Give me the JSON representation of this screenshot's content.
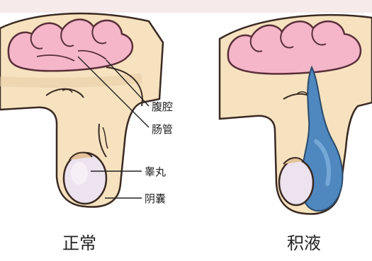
{
  "labels": {
    "abdominal_cavity": "腹腔",
    "intestine": "肠管",
    "testis": "睾丸",
    "scrotum": "阴囊"
  },
  "captions": {
    "normal": "正常",
    "hydrocele": "积液"
  },
  "colors": {
    "background": "#ffffff",
    "top_band": "#f6eaea",
    "skin": "#f6e2bf",
    "skin_outline": "#3a2a22",
    "intestine": "#f4b6c8",
    "intestine_outline": "#5a2f3a",
    "testis": "#ede3ee",
    "fluid": "#4f88bf",
    "fluid_highlight": "#7db0dc",
    "leader_line": "#222222"
  }
}
